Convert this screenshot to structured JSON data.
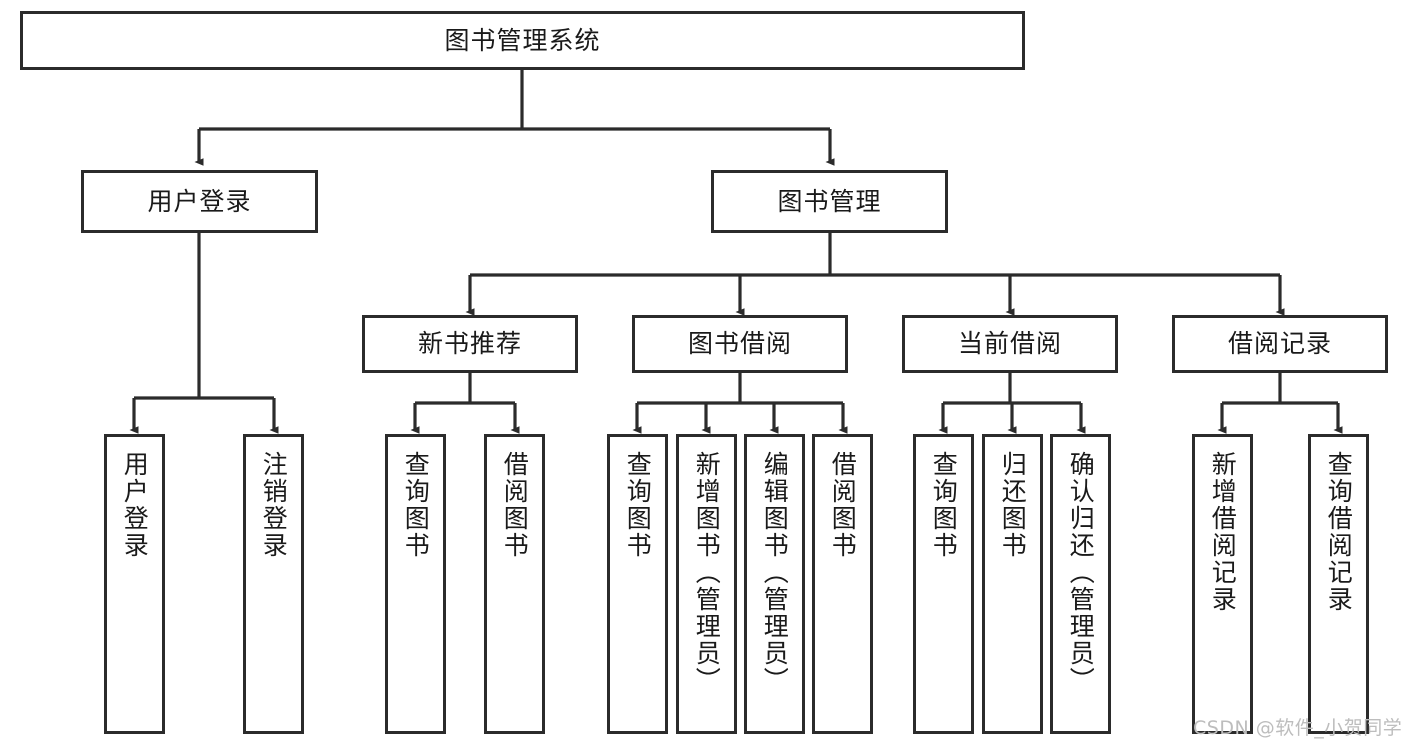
{
  "diagram": {
    "title": "图书管理系统",
    "watermark": "CSDN @软件_小贺同学",
    "line_color": "#2b2b2b",
    "box_fill": "#ffffff",
    "text_color": "#1a1a1a",
    "watermark_color": "#bdbdbd"
  },
  "root": {
    "label": "图书管理系统"
  },
  "level2": [
    {
      "label": "用户登录"
    },
    {
      "label": "图书管理"
    }
  ],
  "level3": [
    {
      "label": "新书推荐"
    },
    {
      "label": "图书借阅"
    },
    {
      "label": "当前借阅"
    },
    {
      "label": "借阅记录"
    }
  ],
  "leaves": {
    "user_login": [
      {
        "label": "用户登录"
      },
      {
        "label": "注销登录"
      }
    ],
    "new_book_recommend": [
      {
        "label": "查询图书"
      },
      {
        "label": "借阅图书"
      }
    ],
    "book_borrow": [
      {
        "label": "查询图书"
      },
      {
        "label": "新增图书（管理员）"
      },
      {
        "label": "编辑图书（管理员）"
      },
      {
        "label": "借阅图书"
      }
    ],
    "current_borrow": [
      {
        "label": "查询图书"
      },
      {
        "label": "归还图书"
      },
      {
        "label": "确认归还（管理员）"
      }
    ],
    "borrow_record": [
      {
        "label": "新增借阅记录"
      },
      {
        "label": "查询借阅记录"
      }
    ]
  }
}
